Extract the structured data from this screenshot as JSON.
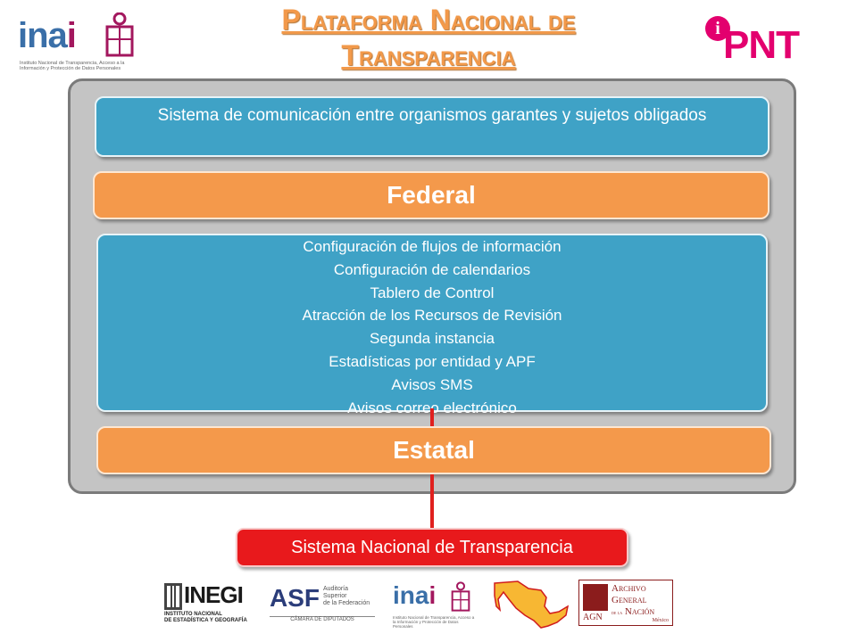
{
  "header": {
    "title_line1": "Plataforma Nacional de",
    "title_line2": "Transparencia",
    "inai_logo": {
      "word_a": "ina",
      "word_b": "i",
      "tagline": "Instituto Nacional de Transparencia, Acceso a la Información y Protección de Datos Personales"
    },
    "pnt_logo": {
      "badge": "i",
      "word": "PNT",
      "color": "#e3006e"
    }
  },
  "diagram": {
    "communication_bar": "Sistema de comunicación entre organismos garantes y sujetos obligados",
    "federal_label": "Federal",
    "features": [
      "Configuración de flujos de información",
      "Configuración de calendarios",
      "Tablero de Control",
      "Atracción de los Recursos de Revisión",
      "Segunda instancia",
      "Estadísticas por entidad y APF",
      "Avisos SMS",
      "Avisos correo electrónico"
    ],
    "estatal_label": "Estatal",
    "national_system": "Sistema Nacional de Transparencia",
    "colors": {
      "blue": "#3fa2c6",
      "orange": "#f4994b",
      "red": "#e8191c",
      "frame": "#c4c4c4"
    }
  },
  "footer": {
    "inegi": {
      "word": "INEGI",
      "sub_line1": "INSTITUTO NACIONAL",
      "sub_line2": "DE ESTADÍSTICA Y GEOGRAFÍA"
    },
    "asf": {
      "word": "ASF",
      "sub_line1": "Auditoría",
      "sub_line2": "Superior",
      "sub_line3": "de la Federación",
      "camara": "CÁMARA DE DIPUTADOS"
    },
    "inai": {
      "word_a": "ina",
      "word_b": "i",
      "tagline": "Instituto Nacional de Transparencia, Acceso a la Información y Protección de Datos Personales"
    },
    "agn": {
      "abbr": "AGN",
      "line1": "Archivo",
      "line2": "General",
      "line3": "de la",
      "line4": "Nación",
      "country": "México"
    }
  }
}
